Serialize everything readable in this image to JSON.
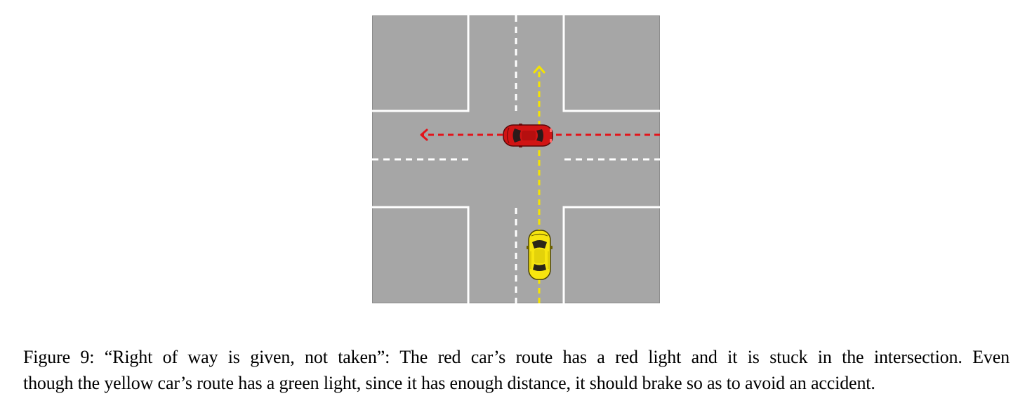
{
  "figure": {
    "label": "Figure 9:",
    "caption_line1": "“Right of way is given, not taken”: The red car’s route has a red light and it is stuck in the intersection. Even",
    "caption_line2": "though the yellow car’s route has a green light, since it has enough distance, it should brake so as to avoid an accident."
  },
  "colors": {
    "road": "#a6a6a6",
    "road_border": "#8c8c8c",
    "lane_marking": "#ffffff",
    "red_route": "#e3141b",
    "yellow_route": "#f5e400",
    "red_car": "#d11414",
    "yellow_car": "#f7e50f"
  },
  "icons": {
    "red_car": "red-car-icon",
    "yellow_car": "yellow-car-icon",
    "red_arrow": "arrow-left-icon",
    "yellow_arrow": "arrow-up-icon"
  }
}
